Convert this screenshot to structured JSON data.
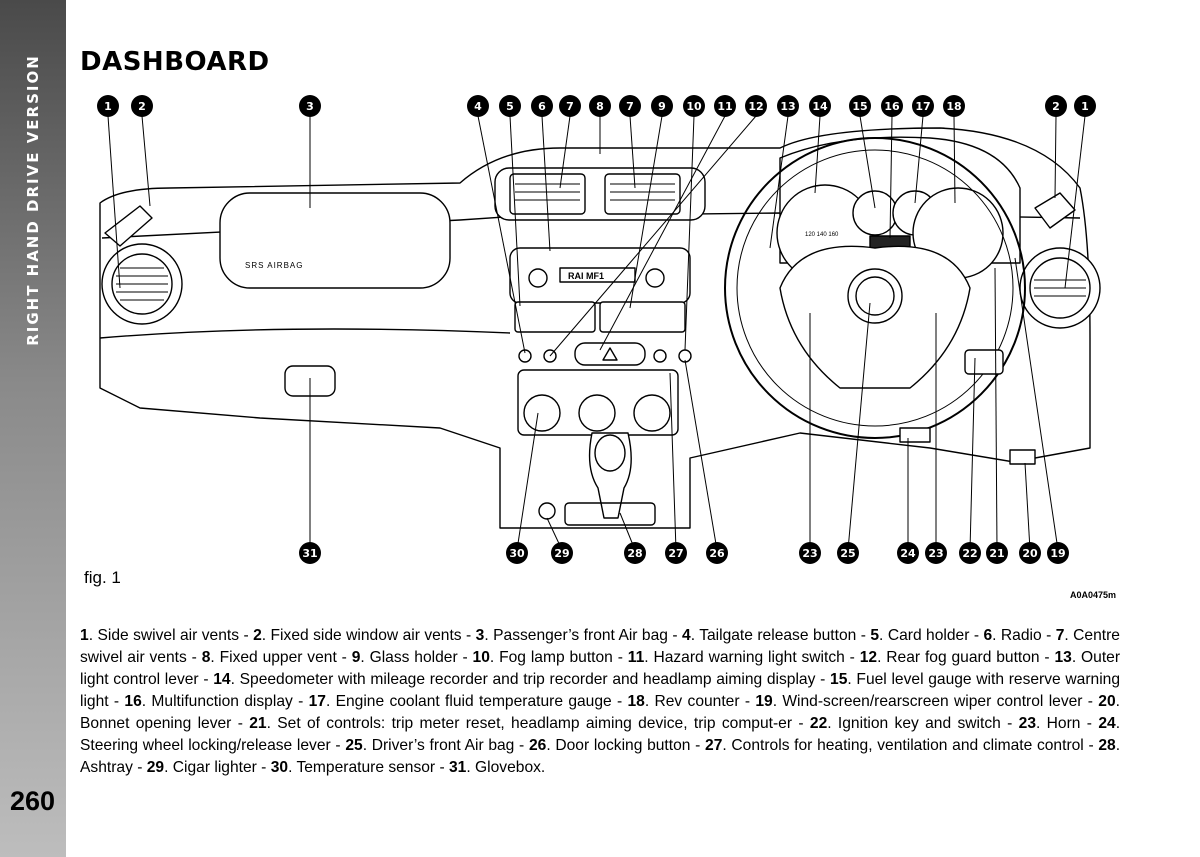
{
  "sidebar": {
    "label": "RIGHT HAND DRIVE VERSION"
  },
  "page_number": "260",
  "title": "DASHBOARD",
  "figure": {
    "label": "fig. 1",
    "code": "A0A0475m",
    "airbag_text": "SRS AIRBAG",
    "radio_text": "RAI MF1",
    "gauge_text": "120 140 160",
    "callouts_top": [
      "1",
      "2",
      "3",
      "4",
      "5",
      "6",
      "7",
      "8",
      "7",
      "9",
      "10",
      "11",
      "12",
      "13",
      "14",
      "15",
      "16",
      "17",
      "18",
      "2",
      "1"
    ],
    "callouts_bottom": [
      "31",
      "30",
      "29",
      "28",
      "27",
      "26",
      "23",
      "25",
      "24",
      "23",
      "22",
      "21",
      "20",
      "19"
    ]
  },
  "legend": [
    {
      "n": "1",
      "t": "Side swivel air vents"
    },
    {
      "n": "2",
      "t": "Fixed side window air vents"
    },
    {
      "n": "3",
      "t": "Passenger’s front Air bag"
    },
    {
      "n": "4",
      "t": "Tailgate release button"
    },
    {
      "n": "5",
      "t": "Card holder"
    },
    {
      "n": "6",
      "t": "Radio"
    },
    {
      "n": "7",
      "t": "Centre swivel air vents"
    },
    {
      "n": "8",
      "t": "Fixed upper vent"
    },
    {
      "n": "9",
      "t": "Glass holder"
    },
    {
      "n": "10",
      "t": "Fog lamp button"
    },
    {
      "n": "11",
      "t": "Hazard warning light switch"
    },
    {
      "n": "12",
      "t": "Rear fog guard button"
    },
    {
      "n": "13",
      "t": "Outer light control lever"
    },
    {
      "n": "14",
      "t": "Speedometer with mileage recorder and trip recorder and headlamp aiming display"
    },
    {
      "n": "15",
      "t": "Fuel level gauge with reserve warning light"
    },
    {
      "n": "16",
      "t": "Multifunction display"
    },
    {
      "n": "17",
      "t": "Engine coolant fluid temperature gauge"
    },
    {
      "n": "18",
      "t": "Rev counter"
    },
    {
      "n": "19",
      "t": "Wind-screen/rearscreen wiper control lever"
    },
    {
      "n": "20",
      "t": "Bonnet opening lever"
    },
    {
      "n": "21",
      "t": "Set of controls: trip meter reset, headlamp aiming device, trip comput-er"
    },
    {
      "n": "22",
      "t": "Ignition key and switch"
    },
    {
      "n": "23",
      "t": "Horn"
    },
    {
      "n": "24",
      "t": "Steering wheel locking/release lever"
    },
    {
      "n": "25",
      "t": "Driver’s front Air bag"
    },
    {
      "n": "26",
      "t": "Door locking button"
    },
    {
      "n": "27",
      "t": "Controls for heating, ventilation and climate control"
    },
    {
      "n": "28",
      "t": "Ashtray"
    },
    {
      "n": "29",
      "t": "Cigar lighter"
    },
    {
      "n": "30",
      "t": "Temperature sensor"
    },
    {
      "n": "31",
      "t": "Glovebox"
    }
  ]
}
